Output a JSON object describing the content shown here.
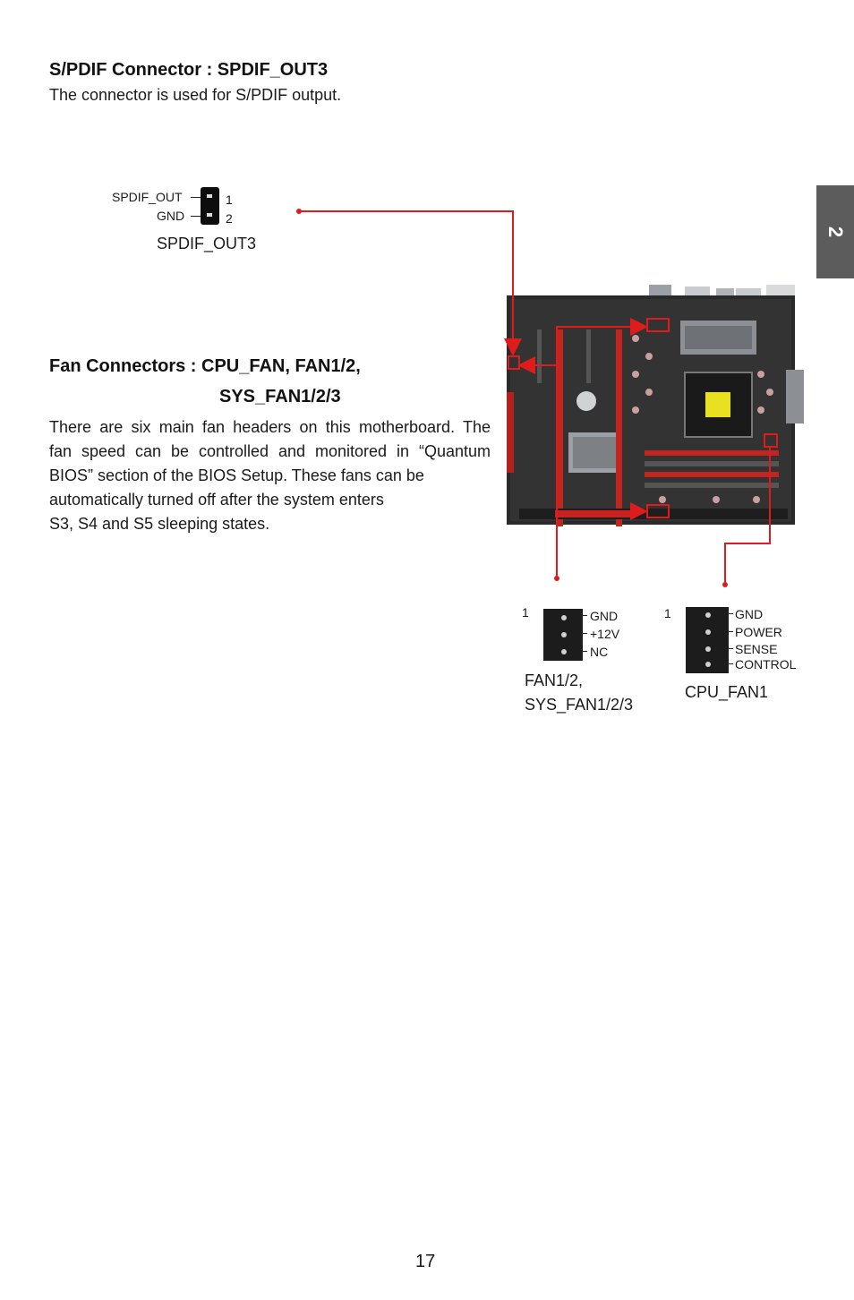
{
  "chapter_tab": "2",
  "spdif": {
    "heading": "S/PDIF Connector : SPDIF_OUT3",
    "description": "The connector is used for S/PDIF output.",
    "pin_labels": [
      "SPDIF_OUT",
      "GND"
    ],
    "pin_numbers": [
      "1",
      "2"
    ],
    "diagram_caption": "SPDIF_OUT3"
  },
  "fan": {
    "heading_line1": "Fan Connectors : CPU_FAN, FAN1/2,",
    "heading_line2": "SYS_FAN1/2/3",
    "paragraph_lines": [
      "There are six main fan headers on this motherboard. The",
      "fan speed can be controlled and monitored in “Quantum",
      "BIOS” section of the BIOS Setup. These fans can be",
      "automatically turned off after the system enters",
      "S3, S4 and S5 sleeping states."
    ],
    "sys_fan": {
      "pin1_marker": "1",
      "pins": [
        "GND",
        "+12V",
        "NC"
      ],
      "caption_line1": "FAN1/2,",
      "caption_line2": "SYS_FAN1/2/3"
    },
    "cpu_fan": {
      "pin1_marker": "1",
      "pins": [
        "GND",
        "POWER",
        "SENSE",
        "CONTROL"
      ],
      "caption": "CPU_FAN1"
    }
  },
  "page_number": "17",
  "colors": {
    "accent_red": "#e01b1b",
    "tab_gray": "#5c5c5c",
    "board_dark": "#2a2a2a"
  }
}
